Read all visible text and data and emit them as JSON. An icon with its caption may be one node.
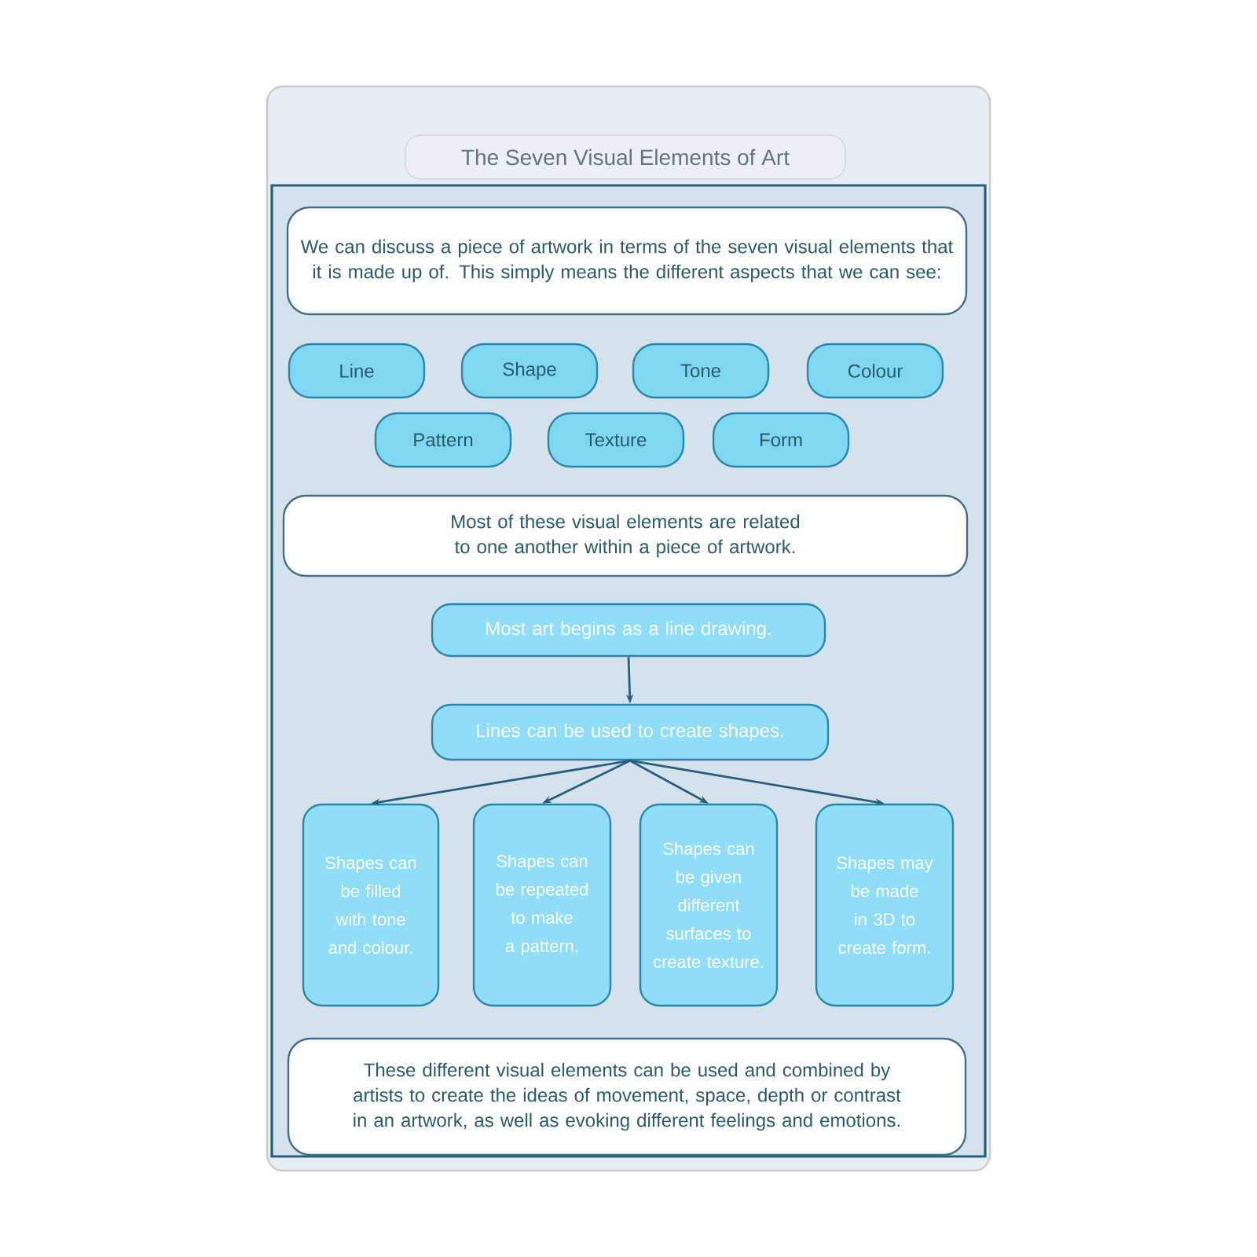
{
  "diagram": {
    "title": "The Seven Visual Elements of Art",
    "nodes": [
      {
        "text": [
          "We can discuss a piece of artwork in terms of the seven visual elements that it is made up of. This simply means the different aspects that we can see:"
        ]
      },
      {
        "text": [
          "Line"
        ]
      },
      {
        "text": [
          "Shape"
        ]
      },
      {
        "text": [
          "Tone"
        ]
      },
      {
        "text": [
          "Colour"
        ]
      },
      {
        "text": [
          "Pattern"
        ]
      },
      {
        "text": [
          "Texture"
        ]
      },
      {
        "text": [
          "Form"
        ]
      },
      {
        "text": [
          "Most of these visual elements are related to one another within a piece of artwork."
        ]
      },
      {
        "text": [
          "Most art begins as a line drawing."
        ]
      },
      {
        "text": [
          "Lines can be used to create shapes."
        ]
      },
      {
        "text": [
          "Shapes can be filled with tone and colour."
        ]
      },
      {
        "text": [
          "Shapes can be repeated to make a pattern."
        ]
      },
      {
        "text": [
          "Shapes can be given different surfaces to create texture."
        ]
      },
      {
        "text": [
          "Shapes may be made in 3D to create form."
        ]
      },
      {
        "text": [
          "These different visual elements can be used and combined by artists to create the ideas of movement, space, depth or contrast in an artwork, as well as evoking different feelings and emotions."
        ]
      }
    ],
    "edges": [
      {
        "from": 9,
        "to": 10,
        "arrow": "to"
      },
      {
        "from": 10,
        "to": 11,
        "arrow": "to"
      },
      {
        "from": 10,
        "to": 12,
        "arrow": "to"
      },
      {
        "from": 10,
        "to": 13,
        "arrow": "to"
      },
      {
        "from": 10,
        "to": 14,
        "arrow": "to"
      }
    ]
  }
}
